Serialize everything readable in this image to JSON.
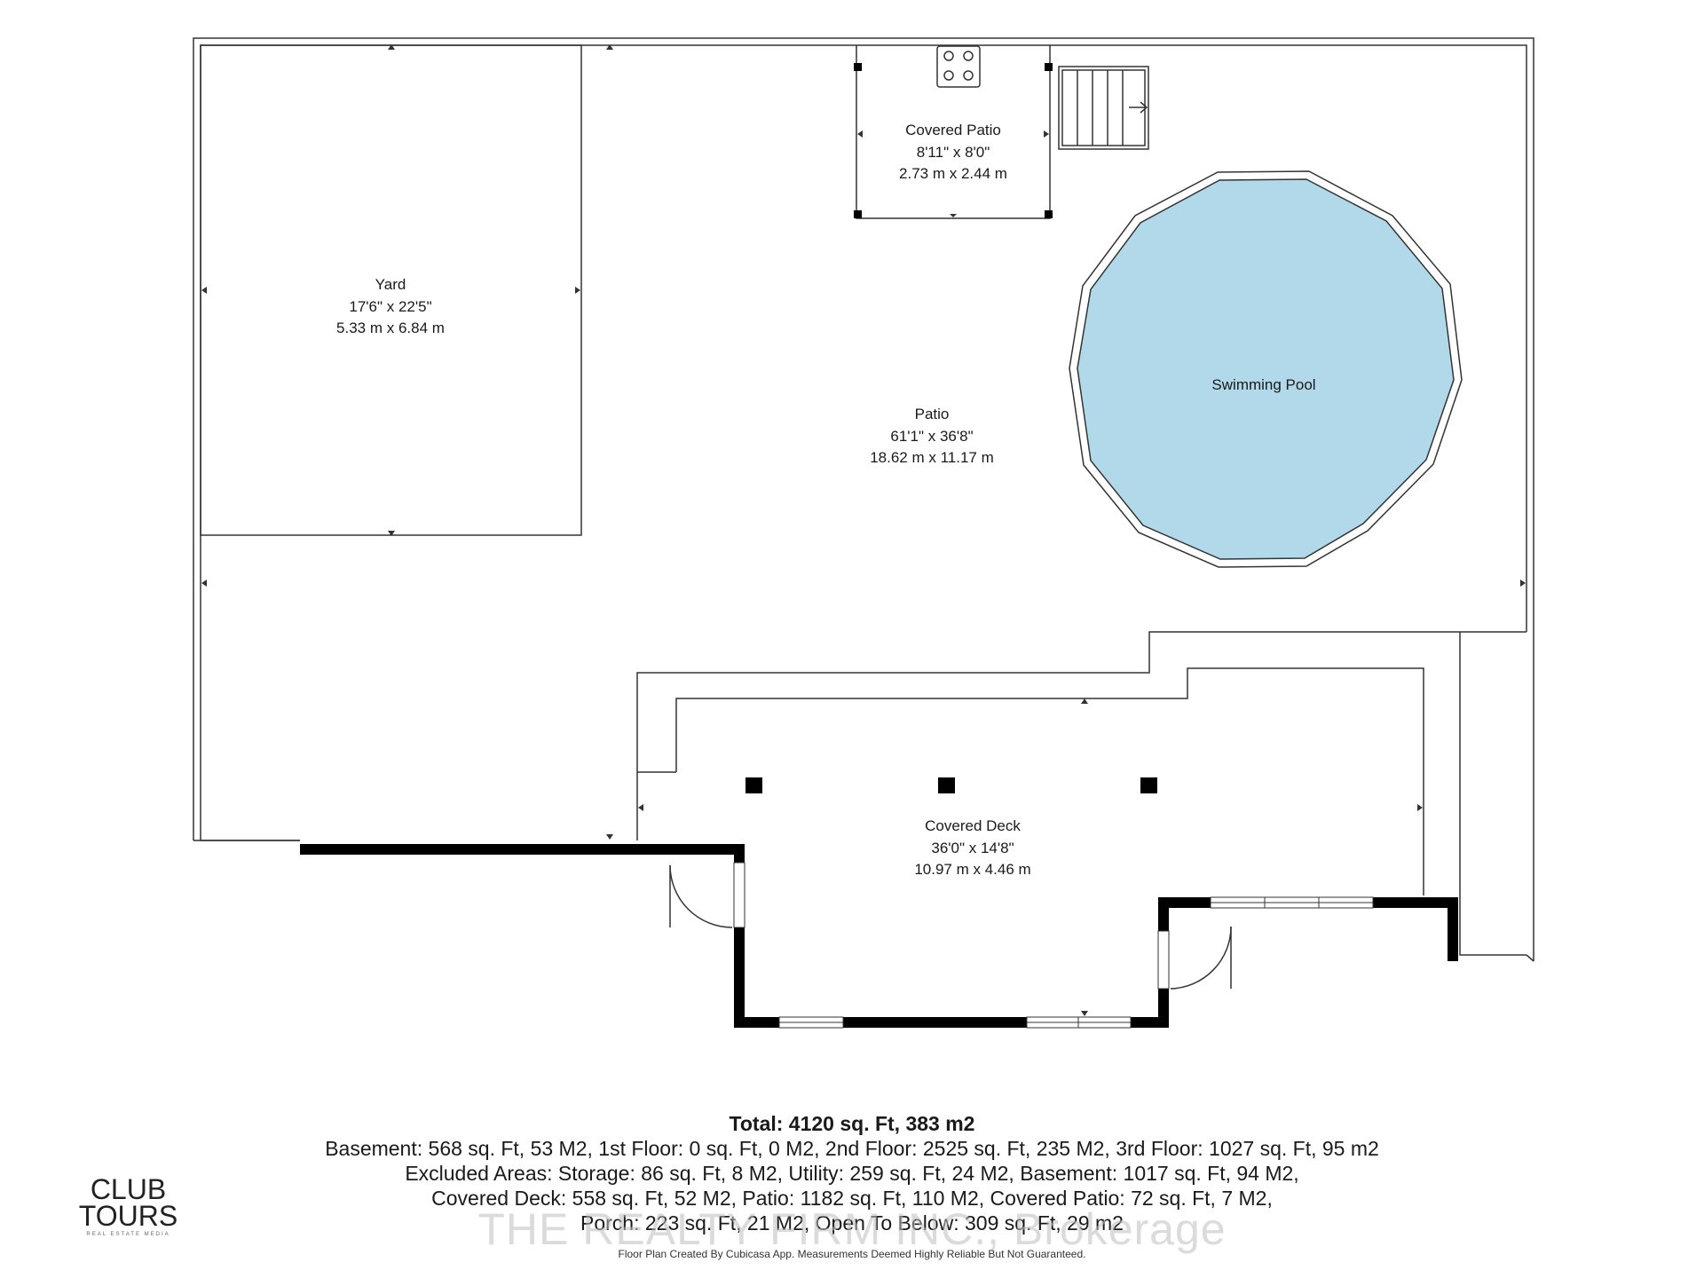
{
  "rooms": {
    "yard": {
      "name": "Yard",
      "dim_imperial": "17'6\" x 22'5\"",
      "dim_metric": "5.33 m x 6.84 m"
    },
    "covered_patio": {
      "name": "Covered Patio",
      "dim_imperial": "8'11\" x 8'0\"",
      "dim_metric": "2.73 m x 2.44 m"
    },
    "patio": {
      "name": "Patio",
      "dim_imperial": "61'1\" x 36'8\"",
      "dim_metric": "18.62 m x 11.17 m"
    },
    "pool": {
      "name": "Swimming Pool"
    },
    "covered_deck": {
      "name": "Covered Deck",
      "dim_imperial": "36'0\" x 14'8\"",
      "dim_metric": "10.97 m x 4.46 m"
    }
  },
  "summary": {
    "total": "Total: 4120 sq. Ft, 383 m2",
    "line1": "Basement: 568 sq. Ft, 53 M2, 1st Floor: 0 sq. Ft, 0 M2, 2nd Floor: 2525 sq. Ft, 235 M2, 3rd Floor: 1027 sq. Ft, 95 m2",
    "line2": "Excluded Areas: Storage: 86 sq. Ft, 8 M2, Utility: 259 sq. Ft, 24 M2, Basement: 1017 sq. Ft, 94 M2,",
    "line3": "Covered Deck: 558 sq. Ft, 52 M2, Patio: 1182 sq. Ft, 110 M2, Covered Patio: 72 sq. Ft, 7 M2,",
    "line4": "Porch: 223 sq. Ft, 21 M2, Open To Below: 309 sq. Ft, 29 m2"
  },
  "watermark": "THE REALTY FIRM INC., Brokerage",
  "disclaimer": "Floor Plan Created By Cubicasa App. Measurements Deemed Highly Reliable But Not Guaranteed.",
  "logo": {
    "line1": "CLUB",
    "line2": "TOURS",
    "tagline": "REAL ESTATE MEDIA"
  },
  "colors": {
    "pool_fill": "#b2d9ea",
    "wall": "#000000",
    "line": "#333333"
  }
}
